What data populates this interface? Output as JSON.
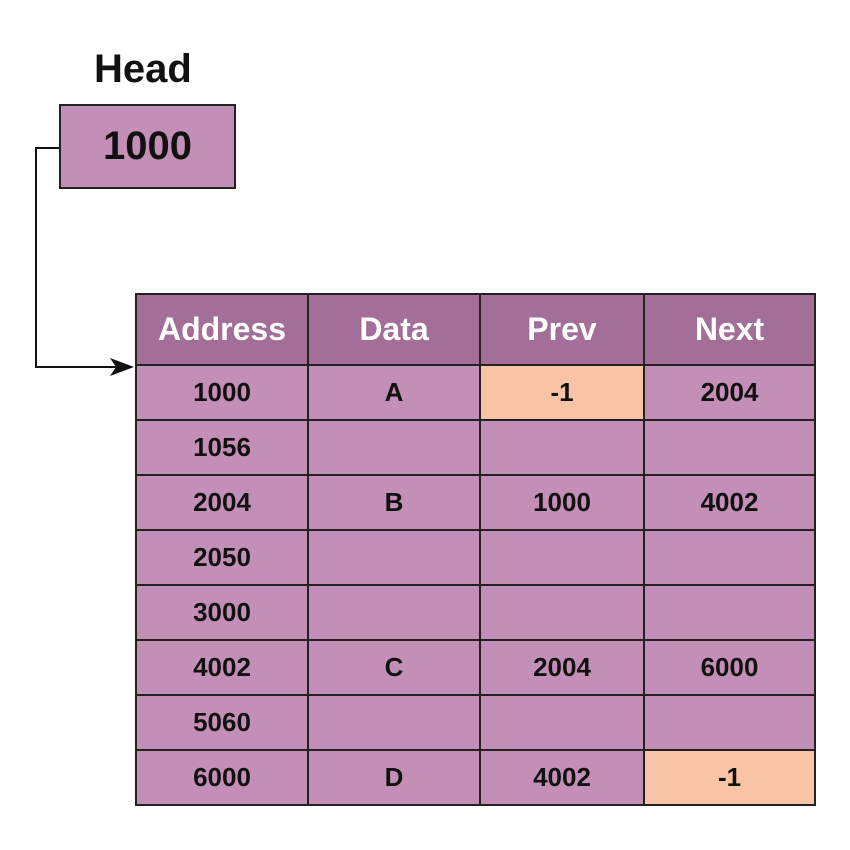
{
  "head": {
    "label": "Head",
    "value": "1000"
  },
  "table": {
    "columns": [
      "Address",
      "Data",
      "Prev",
      "Next"
    ],
    "rows": [
      {
        "address": "1000",
        "data": "A",
        "prev": "-1",
        "next": "2004",
        "highlight": "prev"
      },
      {
        "address": "1056",
        "data": "",
        "prev": "",
        "next": "",
        "highlight": ""
      },
      {
        "address": "2004",
        "data": "B",
        "prev": "1000",
        "next": "4002",
        "highlight": ""
      },
      {
        "address": "2050",
        "data": "",
        "prev": "",
        "next": "",
        "highlight": ""
      },
      {
        "address": "3000",
        "data": "",
        "prev": "",
        "next": "",
        "highlight": ""
      },
      {
        "address": "4002",
        "data": "C",
        "prev": "2004",
        "next": "6000",
        "highlight": ""
      },
      {
        "address": "5060",
        "data": "",
        "prev": "",
        "next": "",
        "highlight": ""
      },
      {
        "address": "6000",
        "data": "D",
        "prev": "4002",
        "next": "-1",
        "highlight": "next"
      }
    ]
  },
  "colors": {
    "header_bg": "#a36e98",
    "cell_bg": "#c48fb6",
    "null_highlight": "#f8c4a5"
  }
}
